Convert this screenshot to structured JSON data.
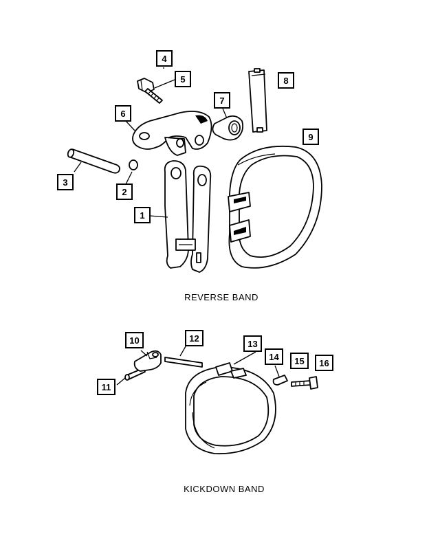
{
  "sections": {
    "reverse": {
      "caption": "REVERSE BAND"
    },
    "kickdown": {
      "caption": "KICKDOWN BAND"
    }
  },
  "callouts": {
    "c1": "1",
    "c2": "2",
    "c3": "3",
    "c4": "4",
    "c5": "5",
    "c6": "6",
    "c7": "7",
    "c8": "8",
    "c9": "9",
    "c10": "10",
    "c11": "11",
    "c12": "12",
    "c13": "13",
    "c14": "14",
    "c15": "15",
    "c16": "16"
  },
  "colors": {
    "line": "#000000",
    "background": "#ffffff"
  }
}
